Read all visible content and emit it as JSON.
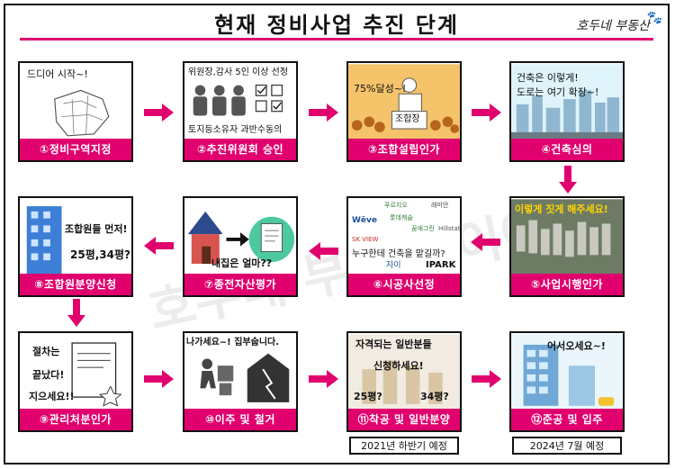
{
  "header": {
    "title": "현재 정비사업 추진 단계",
    "brand": "호두네 부동산"
  },
  "colors": {
    "accent": "#e0006e",
    "border": "#111111"
  },
  "steps": [
    {
      "num": "1",
      "label": "①정비구역지정",
      "texts": [
        "드디어 시작~!"
      ]
    },
    {
      "num": "2",
      "label": "②추진위원회 승인",
      "texts": [
        "위원장,감사 5인 이상 선정",
        "토지등소유자 과반수동의"
      ]
    },
    {
      "num": "3",
      "label": "③조합설립인가",
      "texts": [
        "75%달성~!",
        "조합장"
      ]
    },
    {
      "num": "4",
      "label": "④건축심의",
      "texts": [
        "건축은 이렇게!",
        "도로는 여기 확장~!"
      ]
    },
    {
      "num": "5",
      "label": "⑤사업시행인가",
      "texts": [
        "이렇게 짓게 해주세요!"
      ]
    },
    {
      "num": "6",
      "label": "⑥시공사선정",
      "texts": [
        "누구한테 건축을 맡길까?",
        "Wēve",
        "푸르지오",
        "래미안",
        "IPARK",
        "자이",
        "롯데캐슬",
        "SK VIEW",
        "꿈에그린",
        "Hillstate"
      ]
    },
    {
      "num": "7",
      "label": "⑦종전자산평가",
      "texts": [
        "내집은 얼마??"
      ]
    },
    {
      "num": "8",
      "label": "⑧조합원분양신청",
      "texts": [
        "조합원들 먼저!",
        "25평,34평?"
      ]
    },
    {
      "num": "9",
      "label": "⑨관리처분인가",
      "texts": [
        "절차는",
        "끝났다!",
        "지으세요!!"
      ]
    },
    {
      "num": "10",
      "label": "⑩이주 및 철거",
      "texts": [
        "나가세요~! 집부숩니다."
      ]
    },
    {
      "num": "11",
      "label": "⑪착공 및 일반분양",
      "texts": [
        "자격되는 일반분들",
        "신청하세요!",
        "25평?",
        "34평?"
      ]
    },
    {
      "num": "12",
      "label": "⑫준공 및 입주",
      "texts": [
        "어서오세요~!"
      ]
    }
  ],
  "notes": {
    "step11": "2021년 하반기 예정",
    "step12": "2024년 7월 예정"
  },
  "watermark": "호두네 부동산 이야기"
}
